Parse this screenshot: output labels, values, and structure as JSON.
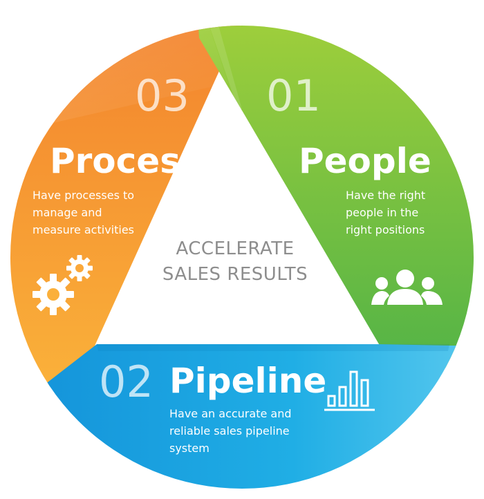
{
  "center": {
    "line1": "ACCELERATE",
    "line2": "SALES RESULTS"
  },
  "segments": {
    "people": {
      "number": "01",
      "title": "People",
      "desc": [
        "Have the right",
        "people in the",
        "right positions"
      ],
      "icon": "people-group-icon",
      "color": "#6cbf3a"
    },
    "pipeline": {
      "number": "02",
      "title": "Pipeline",
      "desc": [
        "Have an accurate and",
        "reliable sales pipeline",
        "system"
      ],
      "icon": "bar-chart-icon",
      "color": "#1ea6de"
    },
    "process": {
      "number": "03",
      "title": "Process",
      "desc": [
        "Have processes to",
        "manage and",
        "measure activities"
      ],
      "icon": "gears-icon",
      "color": "#f4922a"
    }
  },
  "colors": {
    "green_light": "#a6d13a",
    "green_dark": "#4fb247",
    "orange_light": "#fab13a",
    "orange_dark": "#f27f2c",
    "blue_light": "#5ecbef",
    "blue_dark": "#128fd8",
    "center_text": "#8d8d8d"
  }
}
